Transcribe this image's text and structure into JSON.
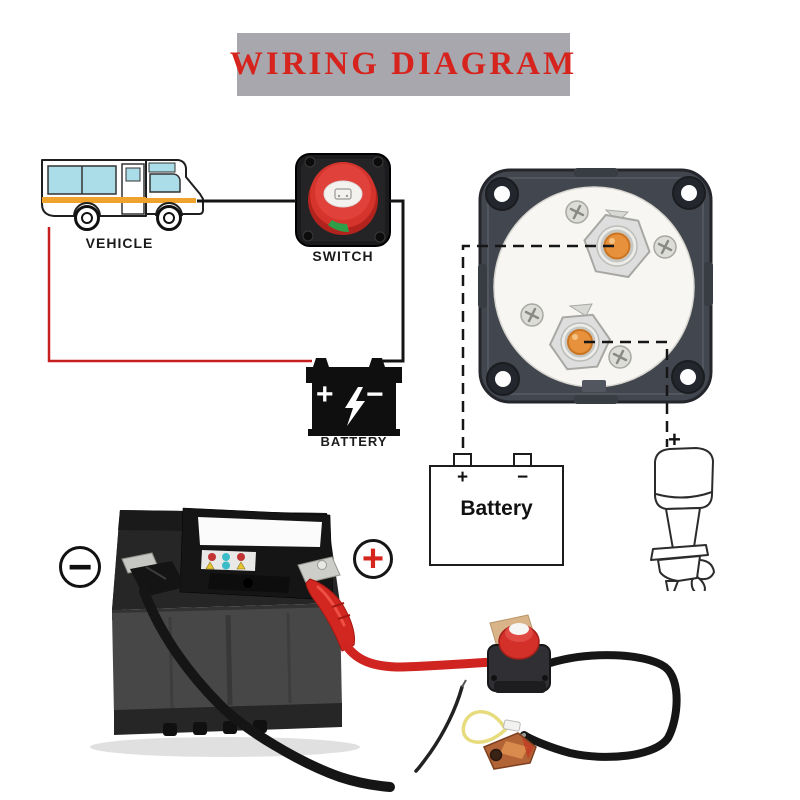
{
  "title": "WIRING DIAGRAM",
  "top_diagram": {
    "vehicle_label": "VEHICLE",
    "switch_label": "SWITCH",
    "battery_label": "BATTERY",
    "battery_plus": "+",
    "battery_minus": "−"
  },
  "terminal_diagram": {
    "battery_box_label": "Battery",
    "battery_box_plus": "+",
    "battery_box_minus": "−",
    "motor_plus": "+"
  },
  "photo_labels": {
    "negative_symbol": "−",
    "positive_symbol": "+"
  },
  "colors": {
    "banner_bg": "#a7a7ad",
    "title_red": "#d7231d",
    "wire_red": "#c51f1f",
    "wire_black": "#141414",
    "knob_red": "#d5342c",
    "terminal_orange": "#e8913c",
    "stripe_orange": "#f0a32c",
    "window_blue": "#abdde8",
    "clamp_red": "#d22620",
    "copper_lug": "#b26437",
    "small_wire_yellow": "#e6db7d",
    "housing_gray": "#42464e"
  },
  "icons": {
    "rv-vehicle-icon": "line-drawing",
    "battery-switch-icon": "red-knob-drawing",
    "battery-icon": "solid-black-glyph",
    "lightning-icon": "white-bolt",
    "switch-back-panel-photo": "photo-style-svg",
    "terminal-stud-icon": "hex-nut-orange-center",
    "mounting-hole-icon": "corner-hole",
    "phillips-screw-icon": "cross-screw",
    "battery-box-icon": "outlined-box",
    "outboard-motor-icon": "line-drawing",
    "car-battery-photo": "photo-style-svg",
    "minus-circle-icon": "circled-glyph",
    "plus-circle-icon": "circled-glyph",
    "ring-terminal-lug-icon": "copper-lug"
  }
}
